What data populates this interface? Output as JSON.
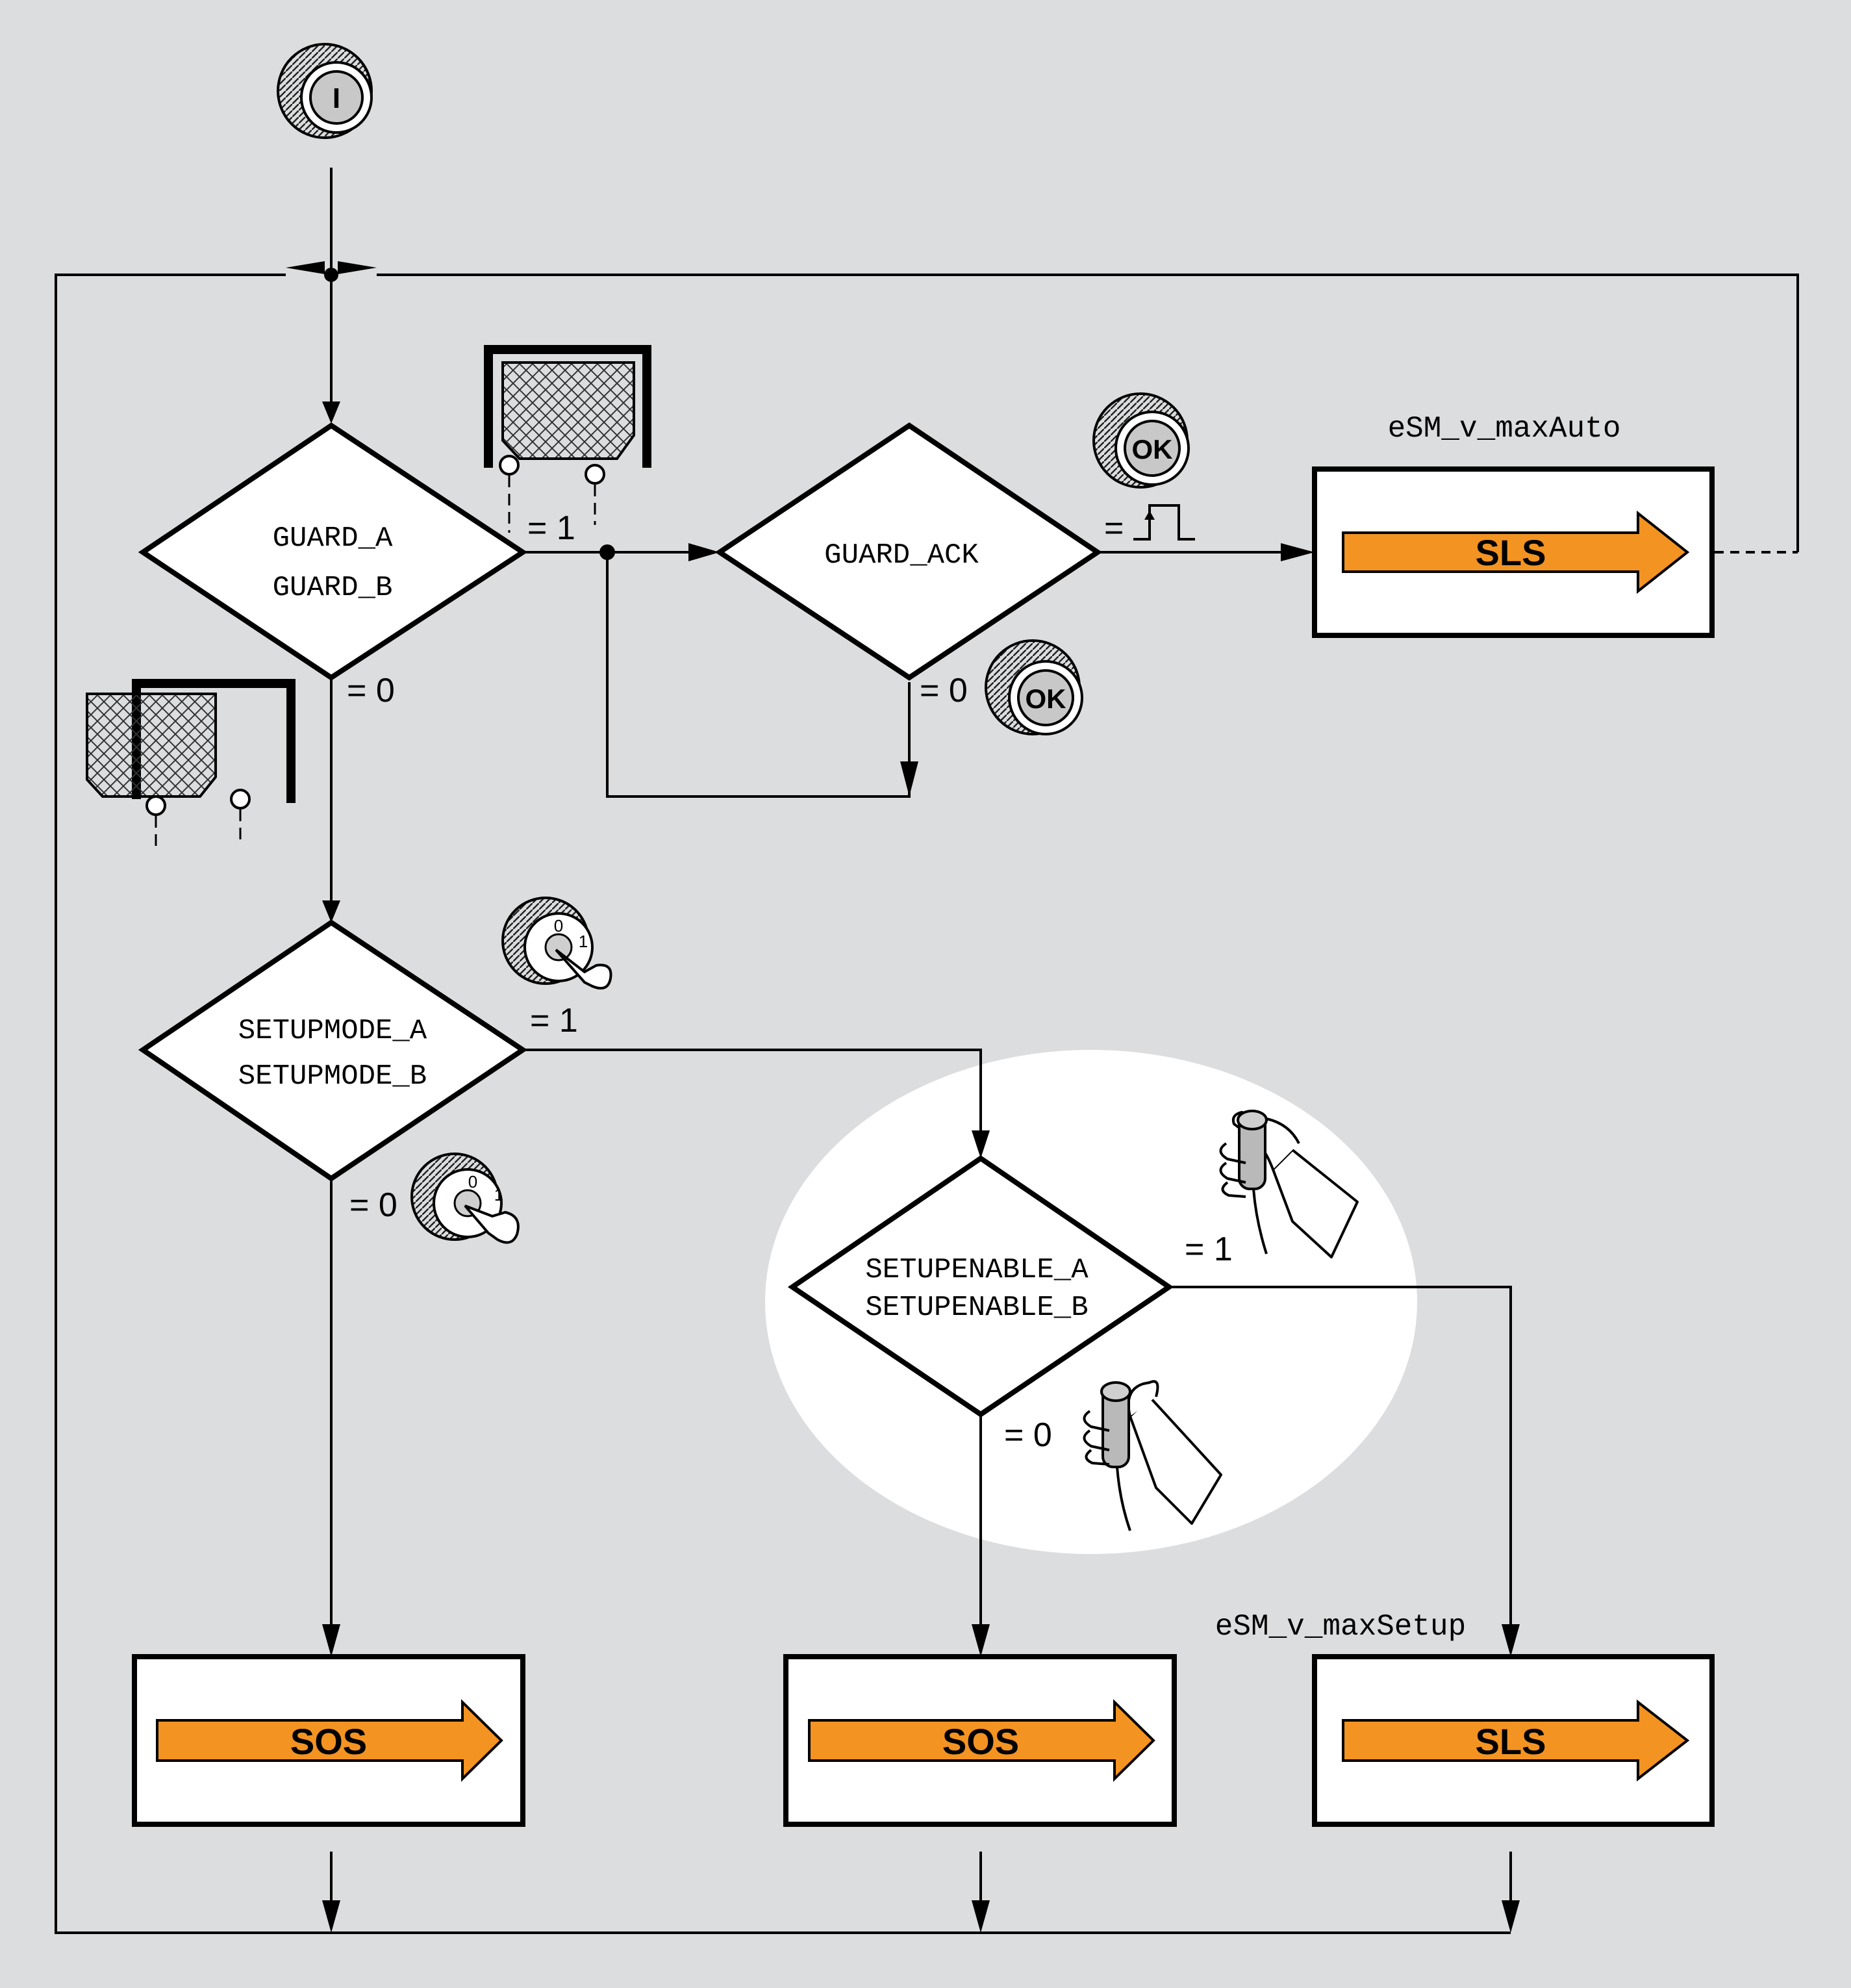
{
  "decisions": {
    "guard": {
      "line1": "GUARD_A",
      "line2": "GUARD_B",
      "yes": "= 1",
      "no": "= 0"
    },
    "guard_ack": {
      "label": "GUARD_ACK",
      "yes": "=",
      "no": "= 0"
    },
    "setupmode": {
      "line1": "SETUPMODE_A",
      "line2": "SETUPMODE_B",
      "yes": "= 1",
      "no": "= 0"
    },
    "setupenable": {
      "line1": "SETUPENABLE_A",
      "line2": "SETUPENABLE_B",
      "yes": "= 1",
      "no": "= 0"
    }
  },
  "states": {
    "sls_auto": {
      "label": "SLS",
      "parameter": "eSM_v_maxAuto"
    },
    "sos_1": {
      "label": "SOS"
    },
    "sos_2": {
      "label": "SOS"
    },
    "sls_setup": {
      "label": "SLS",
      "parameter": "eSM_v_maxSetup"
    }
  },
  "icons": {
    "start_button": "I",
    "ok_button_label": "OK",
    "key_switch_positions": [
      "0",
      "1"
    ]
  },
  "colors": {
    "background": "#dcdddf",
    "arrow_fill": "#f39322",
    "highlight": "#ffffff"
  }
}
